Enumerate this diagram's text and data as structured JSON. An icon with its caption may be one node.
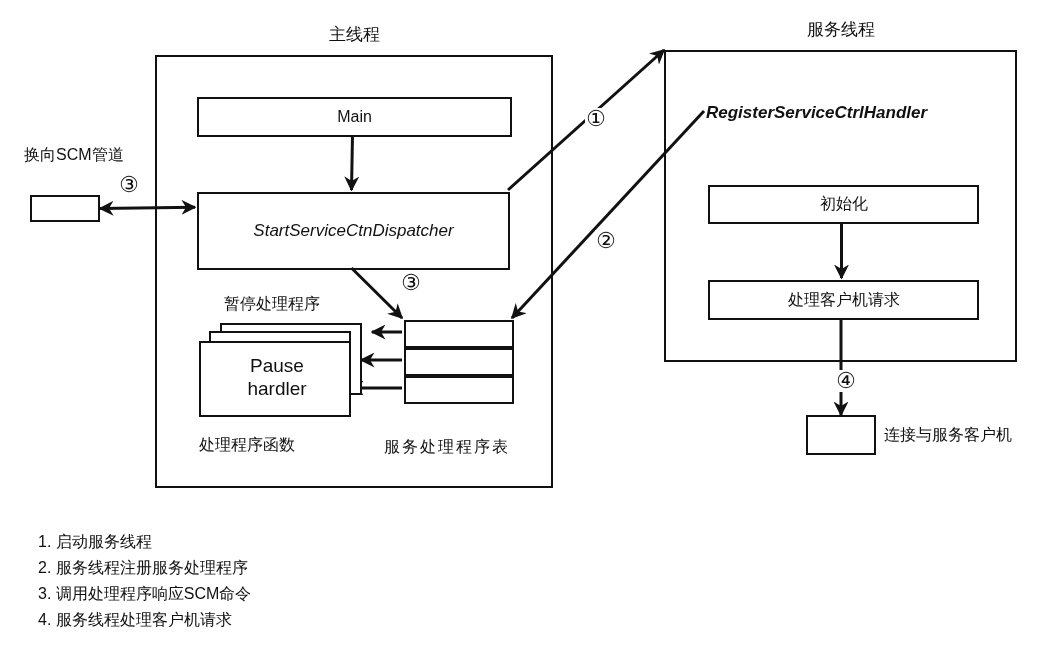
{
  "diagram": {
    "nodes": [
      {
        "text": [
          "主线程"
        ]
      },
      {
        "text": [
          "Main"
        ],
        "in": 0
      },
      {
        "text": [
          "StartServiceCtnDispatcher"
        ],
        "in": 0
      },
      {
        "text": [
          "暂停处理程序",
          "Pause hardler"
        ],
        "beside": [
          "处理程序函数"
        ],
        "in": 0
      },
      {
        "text": [],
        "shape": "box",
        "beside": [
          "服务处理程序表"
        ],
        "in": 0
      },
      {
        "text": [],
        "shape": "box",
        "in": 4
      },
      {
        "text": [],
        "shape": "box",
        "in": 4
      },
      {
        "text": [],
        "shape": "box",
        "in": 4
      },
      {
        "text": [],
        "shape": "box",
        "beside": [
          "换向SCM管道"
        ]
      },
      {
        "text": [
          "服务线程"
        ]
      },
      {
        "text": [
          "RegisterServiceCtrlHandler"
        ],
        "in": 9
      },
      {
        "text": [
          "初始化"
        ],
        "in": 9
      },
      {
        "text": [
          "处理客户机请求"
        ],
        "in": 9
      },
      {
        "text": [],
        "shape": "box",
        "beside": [
          "连接与服务客户机"
        ]
      }
    ],
    "edges": [
      {
        "from": 1,
        "to": 2,
        "arrow": "to"
      },
      {
        "from": 8,
        "to": 2,
        "arrow": "both",
        "label": "③"
      },
      {
        "from": 2,
        "to": 9,
        "arrow": "to",
        "label": "①"
      },
      {
        "from": 10,
        "to": 4,
        "arrow": "to",
        "label": "②"
      },
      {
        "from": 2,
        "to": 4,
        "arrow": "to",
        "label": "③"
      },
      {
        "from": 5,
        "to": 3,
        "arrow": "to"
      },
      {
        "from": 6,
        "to": 3,
        "arrow": "to"
      },
      {
        "from": 7,
        "to": 3,
        "arrow": "to"
      },
      {
        "from": 11,
        "to": 12,
        "arrow": "to"
      },
      {
        "from": 12,
        "to": 13,
        "arrow": "to",
        "label": "④"
      }
    ],
    "labels": [
      "1. 启动服务线程",
      "2. 服务线程注册服务处理程序",
      "3. 调用处理程序响应SCM命令",
      "4. 服务线程处理客户机请求"
    ]
  }
}
